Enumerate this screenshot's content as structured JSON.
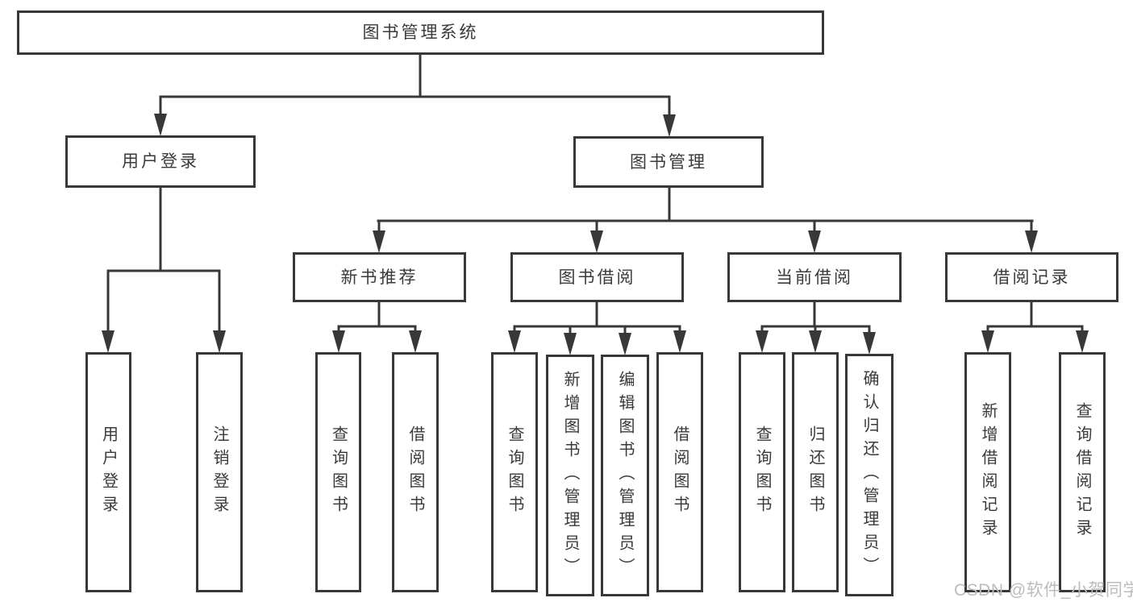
{
  "diagram_title": "图书管理系统",
  "tree": {
    "label": "图书管理系统",
    "children": [
      {
        "label": "用户登录",
        "children": [
          {
            "label": "用户登录"
          },
          {
            "label": "注销登录"
          }
        ]
      },
      {
        "label": "图书管理",
        "children": [
          {
            "label": "新书推荐",
            "children": [
              {
                "label": "查询图书"
              },
              {
                "label": "借阅图书"
              }
            ]
          },
          {
            "label": "图书借阅",
            "children": [
              {
                "label": "查询图书"
              },
              {
                "label": "新增图书（管理员）"
              },
              {
                "label": "编辑图书（管理员）"
              },
              {
                "label": "借阅图书"
              }
            ]
          },
          {
            "label": "当前借阅",
            "children": [
              {
                "label": "查询图书"
              },
              {
                "label": "归还图书"
              },
              {
                "label": "确认归还（管理员）"
              }
            ]
          },
          {
            "label": "借阅记录",
            "children": [
              {
                "label": "新增借阅记录"
              },
              {
                "label": "查询借阅记录"
              }
            ]
          }
        ]
      }
    ]
  },
  "watermark": {
    "text": "CSDN @软件_小贺同学",
    "color": "#bcbcbc"
  },
  "colors": {
    "line": "#383838",
    "text": "#3a3a3a",
    "background": "#ffffff"
  }
}
